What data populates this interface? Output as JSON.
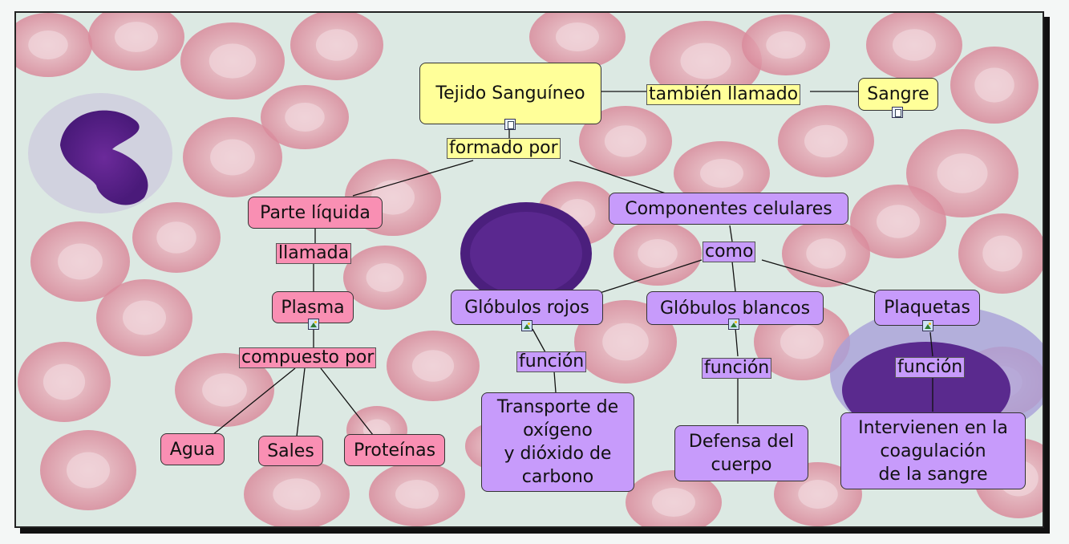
{
  "colors": {
    "yellow": "#ffff99",
    "pink": "#f98fb3",
    "purple": "#c79bfb",
    "background": "#dce9e3"
  },
  "background_image": "blood-smear-micrograph",
  "concepts": {
    "tejido": "Tejido Sanguíneo",
    "sangre": "Sangre",
    "parte_liquida": "Parte líquida",
    "componentes": "Componentes celulares",
    "plasma": "Plasma",
    "globulos_rojos": "Glóbulos rojos",
    "globulos_blancos": "Glóbulos blancos",
    "plaquetas": "Plaquetas",
    "agua": "Agua",
    "sales": "Sales",
    "proteinas": "Proteínas",
    "transporte": "Transporte de\noxígeno\ny dióxido de\ncarbono",
    "defensa": "Defensa del\ncuerpo",
    "intervienen": "Intervienen en la\ncoagulación\nde la sangre"
  },
  "linking_phrases": {
    "tambien_llamado": "también llamado",
    "formado_por": "formado por",
    "llamada": "llamada",
    "compuesto_por": "compuesto por",
    "como": "como",
    "funcion_rojos": "función",
    "funcion_blancos": "función",
    "funcion_plaquetas": "función"
  },
  "resource_icons": [
    "document-icon",
    "document-icon",
    "image-icon",
    "image-icon",
    "image-icon",
    "image-icon"
  ]
}
